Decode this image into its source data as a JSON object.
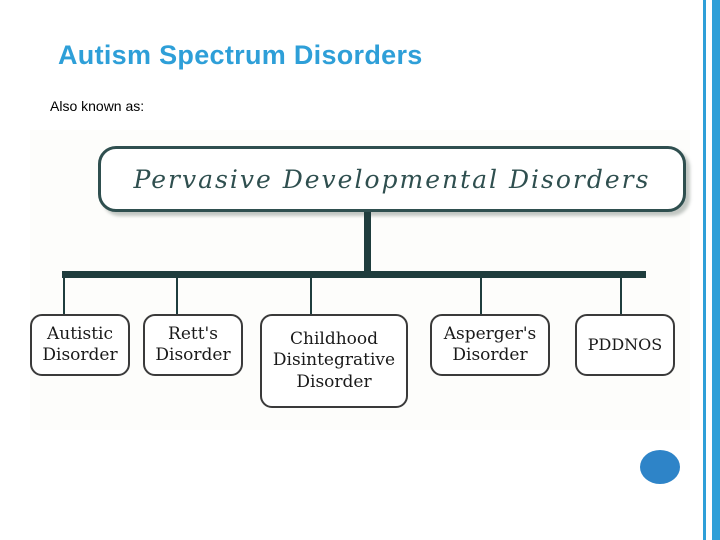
{
  "slide": {
    "title": "Autism Spectrum Disorders",
    "subtitle": "Also known as:",
    "accent_color": "#2e9fd8"
  },
  "diagram": {
    "type": "tree",
    "root": {
      "label": "Pervasive Developmental Disorders",
      "border_color": "#2f4f4f",
      "text_color": "#2f4f4f"
    },
    "children": [
      {
        "label": "Autistic Disorder"
      },
      {
        "label": "Rett's Disorder"
      },
      {
        "label": "Childhood Disintegrative Disorder"
      },
      {
        "label": "Asperger's Disorder"
      },
      {
        "label": "PDDNOS"
      }
    ],
    "connector_color": "#1f3d3d"
  }
}
